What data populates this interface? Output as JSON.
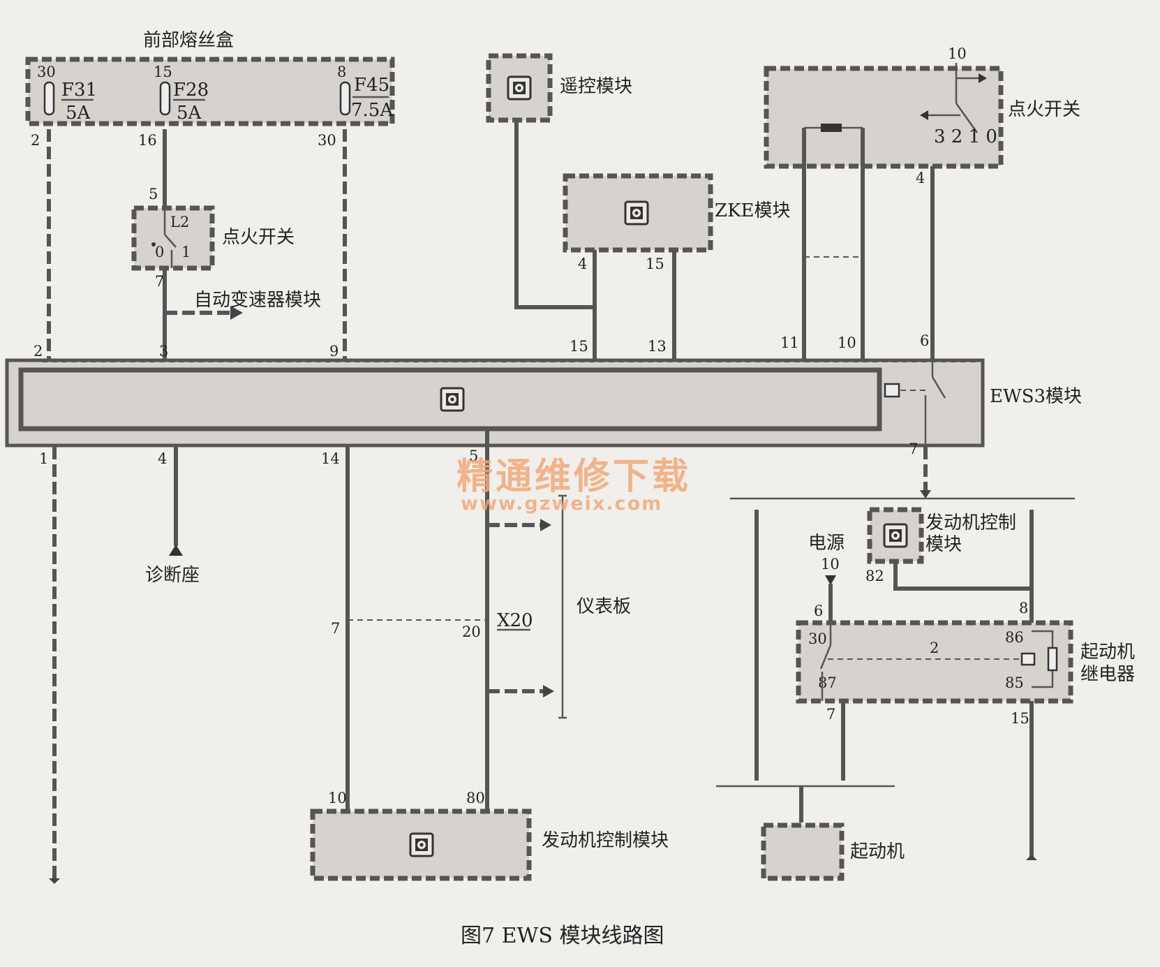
{
  "caption": "图7    EWS 模块线路图",
  "watermark": {
    "text": "精通维修下载",
    "url": "www.gzweix.com"
  },
  "fuse_box": {
    "title": "前部熔丝盒",
    "fuses": [
      {
        "id": "F31",
        "rating": "5A",
        "pin_in": "30",
        "pin_out": "2"
      },
      {
        "id": "F28",
        "rating": "5A",
        "pin_in": "15",
        "pin_out": "16"
      },
      {
        "id": "F45",
        "rating": "7.5A",
        "pin_in": "8",
        "pin_out": "30"
      }
    ]
  },
  "ignition_switch_left": {
    "label": "点火开关",
    "contact": "L2",
    "pos0": "0",
    "pos1": "1",
    "pin_top": "5",
    "pin_bottom": "7"
  },
  "trans_module": {
    "label": "自动变速器模块"
  },
  "remote_module": {
    "label": "遥控模块"
  },
  "zke_module": {
    "label": "ZKE模块",
    "pin_left": "4",
    "pin_right": "15"
  },
  "ignition_switch_right": {
    "label": "点火开关",
    "pin_top": "10",
    "positions": "3 2 1 0",
    "pin_bottom": "4"
  },
  "ews3": {
    "label": "EWS3模块",
    "top_pins": [
      "2",
      "3",
      "9",
      "15",
      "13",
      "11",
      "10",
      "6"
    ],
    "bottom_pins": [
      "1",
      "4",
      "14",
      "5",
      "7"
    ]
  },
  "diag_socket": {
    "label": "诊断座"
  },
  "instrument_panel": {
    "label": "仪表板",
    "connector": "X20",
    "pin_left": "7",
    "pin_right": "20"
  },
  "ecm_bottom": {
    "label": "发动机控制模块",
    "pin_left": "10",
    "pin_right": "80"
  },
  "ecm_right": {
    "label_line1": "发动机控制",
    "label_line2": "模块",
    "pin": "82"
  },
  "power": {
    "label": "电源",
    "pin": "10"
  },
  "starter_relay": {
    "label_line1": "起动机",
    "label_line2": "继电器",
    "pins": {
      "p30": "30",
      "p86": "86",
      "p87": "87",
      "p85": "85",
      "p2": "2",
      "p6": "6",
      "p8": "8",
      "p7": "7",
      "p15": "15"
    }
  },
  "starter": {
    "label": "起动机"
  }
}
